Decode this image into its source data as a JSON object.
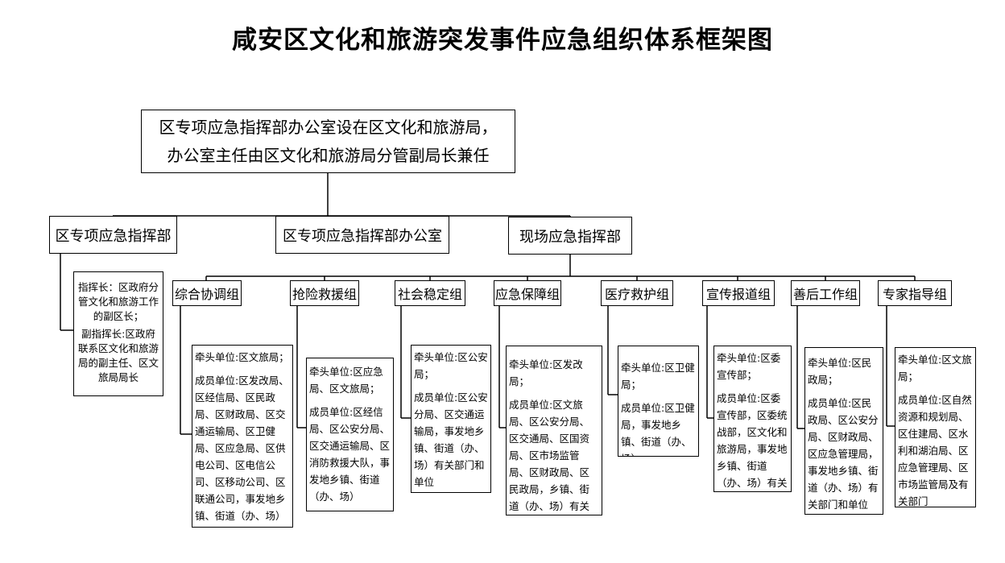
{
  "title": "咸安区文化和旅游突发事件应急组织体系框架图",
  "top_office": {
    "line1": "区专项应急指挥部办公室设在区文化和旅游局，",
    "line2": "办公室主任由区文化和旅游局分管副局长兼任"
  },
  "level2": {
    "command": "区专项应急指挥部",
    "office": "区专项应急指挥部办公室",
    "field": "现场应急指挥部"
  },
  "command_detail": {
    "chief": "指挥长：区政府分管文化和旅游工作的副区长；",
    "deputy": "副指挥长:区政府联系区文化和旅游局的副主任、区文旅局局长"
  },
  "groups": [
    {
      "name": "综合协调组",
      "lead": "牵头单位:区文旅局；",
      "members": "成员单位:区发改局、区经信局、区民政局、区财政局、区交通运输局、区卫健局、区应急局、区供电公司、区电信公司、区移动公司、区联通公司，事发地乡镇、街道（办、场）"
    },
    {
      "name": "抢险救援组",
      "lead": "牵头单位:区应急局、区文旅局；",
      "members": "成员单位:区经信局、区公安分局、区交通运输局、区消防救援大队，事发地乡镇、街道（办、场）"
    },
    {
      "name": "社会稳定组",
      "lead": "牵头单位:区公安局；",
      "members": "成员单位:区公安分局、区交通运输局，事发地乡镇、街道（办、场）有关部门和单位"
    },
    {
      "name": "应急保障组",
      "lead": "牵头单位:区发改局；",
      "members": "成员单位:区文旅局、区公安分局、区交通局、区国资局、区市场监管局、区财政局、区民政局，乡镇、街道（办、场）有关部门和单位、事故单位"
    },
    {
      "name": "医疗救护组",
      "lead": "牵头单位:区卫健局；",
      "members": "成员单位:区卫健局，事发地乡镇、街道（办、场）"
    },
    {
      "name": "宣传报道组",
      "lead": "牵头单位:区委宣传部；",
      "members": "成员单位:区委宣传部，区委统战部，区文化和旅游局，事发地乡镇、街道（办、场）有关部门和单位"
    },
    {
      "name": "善后工作组",
      "lead": "牵头单位:区民政局；",
      "members": "成员单位:区民政局、区公安分局、区财政局、区应急管理局，事发地乡镇、街道（办、场）有关部门和单位"
    },
    {
      "name": "专家指导组",
      "lead": "牵头单位:区文旅局；",
      "members": "成员单位:区自然资源和规划局、区住建局、区水利和湖泊局、区应急管理局、区市场监管局及有关部门"
    }
  ]
}
